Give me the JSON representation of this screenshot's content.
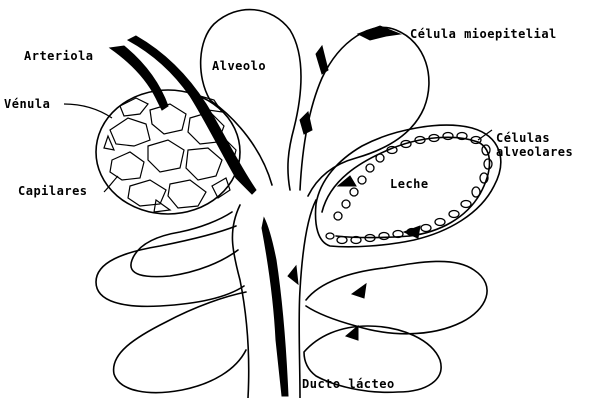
{
  "labels": {
    "arteriola": "Arteriola",
    "venula": "Vénula",
    "capilares": "Capilares",
    "alveolo": "Alveolo",
    "celula_mioepitelial": "Célula mioepitelial",
    "celulas_alveolares_1": "Células",
    "celulas_alveolares_2": "alveolares",
    "leche": "Leche",
    "ducto_lacteo": "Ducto lácteo"
  },
  "colors": {
    "ink": "#000000",
    "paper": "#ffffff"
  }
}
